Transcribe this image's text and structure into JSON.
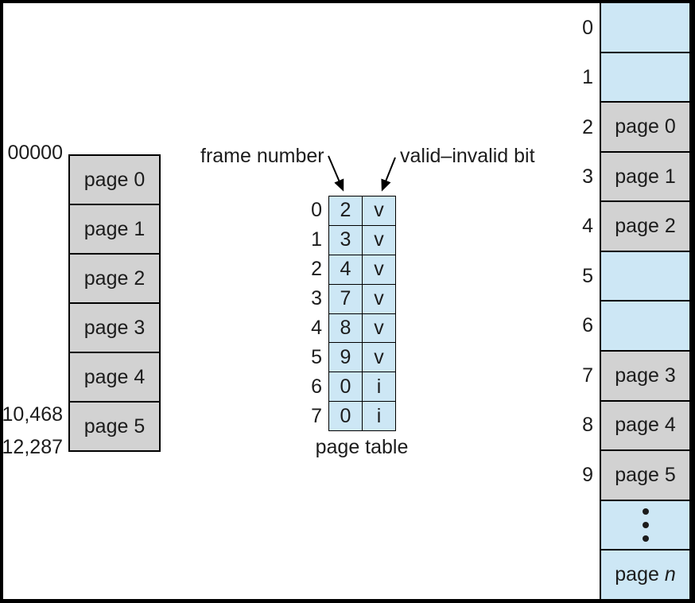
{
  "figure": {
    "logical_memory": {
      "address_top": "00000",
      "address_page5_start": "10,468",
      "address_end": "12,287",
      "pages": [
        "page 0",
        "page 1",
        "page 2",
        "page 3",
        "page 4",
        "page 5"
      ]
    },
    "page_table": {
      "frame_number_label": "frame number",
      "valid_invalid_label": "valid–invalid bit",
      "caption": "page table",
      "rows": [
        {
          "index": "0",
          "frame": "2",
          "bit": "v"
        },
        {
          "index": "1",
          "frame": "3",
          "bit": "v"
        },
        {
          "index": "2",
          "frame": "4",
          "bit": "v"
        },
        {
          "index": "3",
          "frame": "7",
          "bit": "v"
        },
        {
          "index": "4",
          "frame": "8",
          "bit": "v"
        },
        {
          "index": "5",
          "frame": "9",
          "bit": "v"
        },
        {
          "index": "6",
          "frame": "0",
          "bit": "i"
        },
        {
          "index": "7",
          "frame": "0",
          "bit": "i"
        }
      ]
    },
    "physical_memory": {
      "frames": [
        {
          "index": "0",
          "label": "",
          "kind": "free"
        },
        {
          "index": "1",
          "label": "",
          "kind": "free"
        },
        {
          "index": "2",
          "label": "page 0",
          "kind": "page"
        },
        {
          "index": "3",
          "label": "page 1",
          "kind": "page"
        },
        {
          "index": "4",
          "label": "page 2",
          "kind": "page"
        },
        {
          "index": "5",
          "label": "",
          "kind": "free"
        },
        {
          "index": "6",
          "label": "",
          "kind": "free"
        },
        {
          "index": "7",
          "label": "page 3",
          "kind": "page"
        },
        {
          "index": "8",
          "label": "page 4",
          "kind": "page"
        },
        {
          "index": "9",
          "label": "page 5",
          "kind": "page"
        },
        {
          "index": "",
          "label": "",
          "kind": "dots"
        },
        {
          "index": "",
          "label": "page ",
          "label_italic": "n",
          "kind": "page-n"
        }
      ]
    },
    "colors": {
      "cell_gray": "#d2d2d2",
      "cell_blue": "#cde7f5",
      "line_black": "#000000"
    }
  }
}
